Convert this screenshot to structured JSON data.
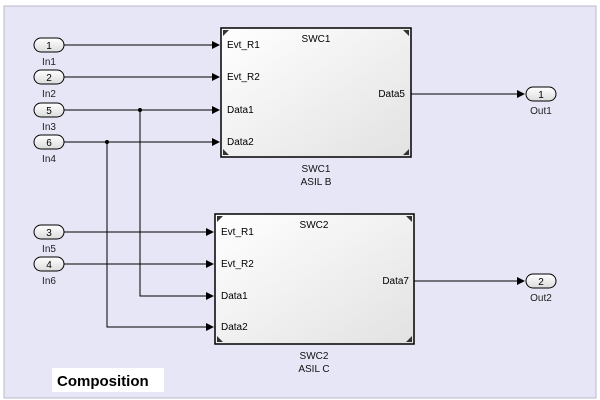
{
  "composition_title": "Composition",
  "inports": [
    {
      "num": "1",
      "label": "In1"
    },
    {
      "num": "2",
      "label": "In2"
    },
    {
      "num": "5",
      "label": "In3"
    },
    {
      "num": "6",
      "label": "In4"
    },
    {
      "num": "3",
      "label": "In5"
    },
    {
      "num": "4",
      "label": "In6"
    }
  ],
  "outports": [
    {
      "num": "1",
      "label": "Out1"
    },
    {
      "num": "2",
      "label": "Out2"
    }
  ],
  "blocks": [
    {
      "title": "SWC1",
      "inputs": [
        "Evt_R1",
        "Evt_R2",
        "Data1",
        "Data2"
      ],
      "output": "Data5",
      "caption_name": "SWC1",
      "caption_asil": "ASIL B"
    },
    {
      "title": "SWC2",
      "inputs": [
        "Evt_R1",
        "Evt_R2",
        "Data1",
        "Data2"
      ],
      "output": "Data7",
      "caption_name": "SWC2",
      "caption_asil": "ASIL C"
    }
  ],
  "colors": {
    "background": "#e6e6f6",
    "frame": "#b8b8c8",
    "block_fill": "#f3f3f3",
    "line": "#000000"
  }
}
